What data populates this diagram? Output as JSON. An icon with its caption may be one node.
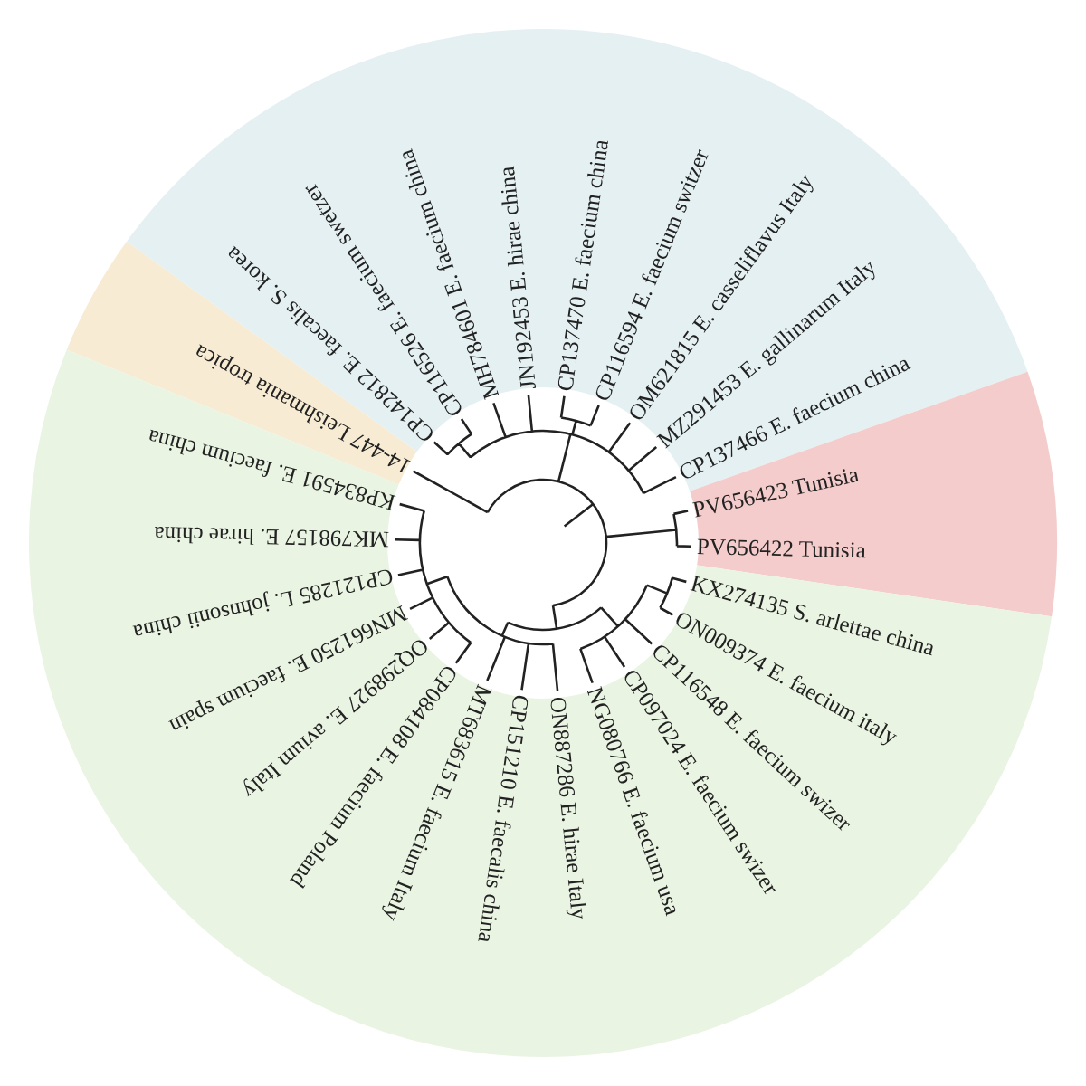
{
  "diagram": {
    "labels": [
      "KP834591 E. faecium china",
      "14-447 Leishmania tropica",
      "CP142812 E. faecalis S. korea",
      "CP116526 E. faecium swetzer",
      "MH784601 E. faecium china",
      "JN192453 E. hirae china",
      "CP137470 E. faecium china",
      "CP116594 E. faecium switzer",
      "OM621815 E. casseliflavus Italy",
      "MZ291453 E. gallinarum Italy",
      "CP137466 E. faecium china",
      "PV656423 Tunisia",
      "MK798157 E. hirae china",
      "PV656422 Tunisia",
      "CP121285 L. johnsonii china",
      "KX274135 S. arlettae china",
      "MN661250 E. faecium spain",
      "OQ298927 E. avium Italy",
      "CP084108 E. faecium Poland",
      "MT683615 E. faecium Italy",
      "CP151210 E. faecalis china",
      "ON887286 E. hirae Italy",
      "NG080766 E. faecium usa",
      "CP097024 E. faecium swizer",
      "CP116548 E. faecium swizer",
      "ON009374 E. faecium italy"
    ]
  }
}
